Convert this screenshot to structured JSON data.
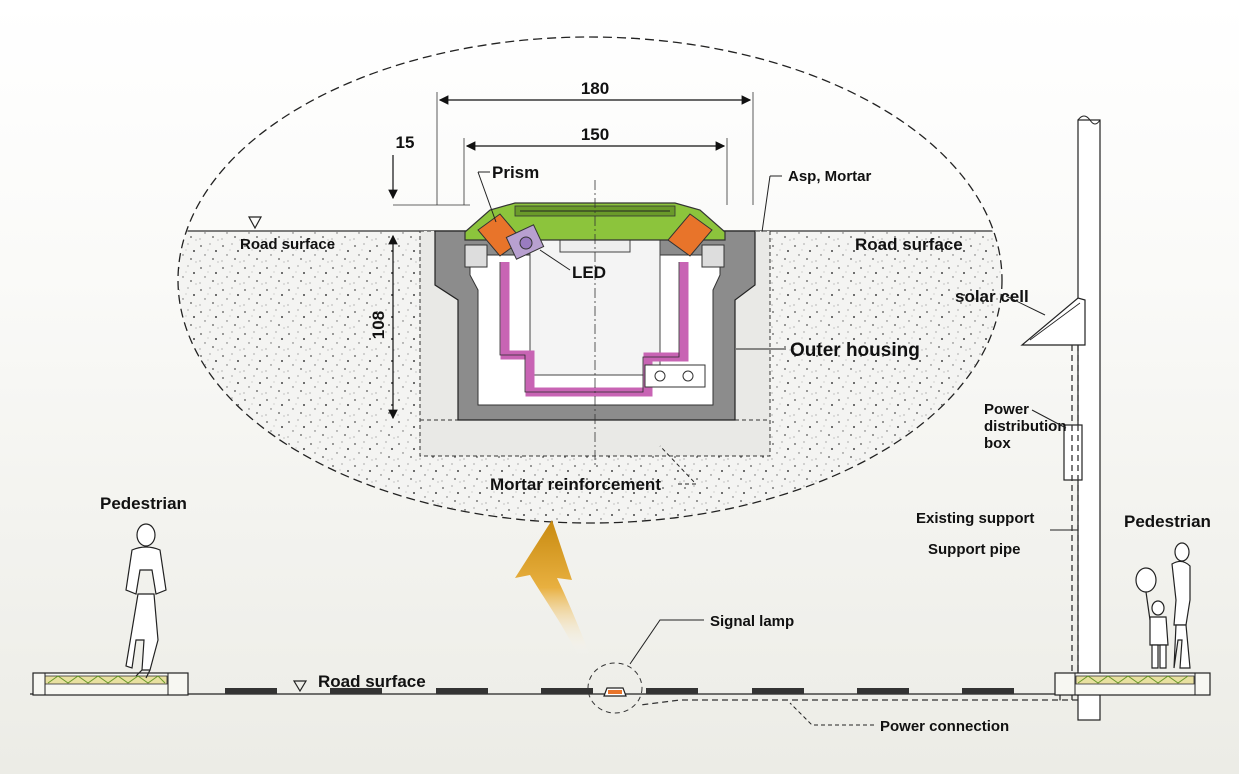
{
  "dimensions": {
    "width_total": "180",
    "width_inner": "150",
    "depth_top": "15",
    "height": "108"
  },
  "detail_labels": {
    "prism": "Prism",
    "led": "LED",
    "asp_mortar": "Asp, Mortar",
    "road_surface_left": "Road surface",
    "road_surface_right": "Road surface",
    "outer_housing": "Outer housing",
    "mortar_reinforcement": "Mortar reinforcement"
  },
  "pole_labels": {
    "solar_cell": "solar cell",
    "power_distribution_box": [
      "Power",
      "distribution",
      "box"
    ],
    "existing_support": "Existing support",
    "support_pipe": "Support pipe"
  },
  "ground_labels": {
    "pedestrian_left": "Pedestrian",
    "pedestrian_right": "Pedestrian",
    "road_surface": "Road surface",
    "signal_lamp": "Signal lamp",
    "power_connection": "Power connection"
  },
  "colors": {
    "prism": "#e8742a",
    "lens_top": "#8cc43c",
    "wiring": "#c864b4",
    "housing": "#8c8c8c",
    "arrow": "#e0a020",
    "background_top": "#ffffff",
    "background_bottom": "#efefea"
  }
}
